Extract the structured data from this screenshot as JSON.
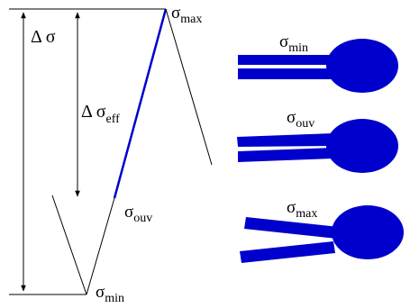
{
  "labels": {
    "sigma_max": {
      "sym": "σ",
      "sub": "max"
    },
    "sigma_min": {
      "sym": "σ",
      "sub": "min"
    },
    "sigma_ouv": {
      "sym": "σ",
      "sub": "ouv"
    },
    "delta_sigma": {
      "sym": "Δ σ"
    },
    "delta_sigma_eff": {
      "sym": "Δ σ",
      "sub": "eff"
    }
  },
  "specimens": [
    {
      "label": {
        "sym": "σ",
        "sub": "min"
      },
      "state": "closed"
    },
    {
      "label": {
        "sym": "σ",
        "sub": "ouv"
      },
      "state": "opening"
    },
    {
      "label": {
        "sym": "σ",
        "sub": "max"
      },
      "state": "open"
    }
  ],
  "colors": {
    "accent": "#0000cc",
    "line": "#000000"
  }
}
